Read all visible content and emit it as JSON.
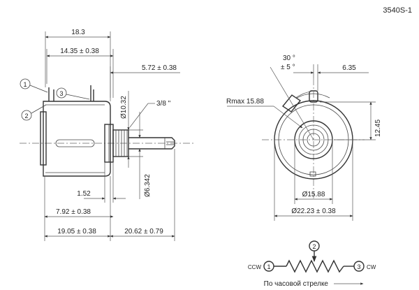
{
  "doc_code": "3540S-1",
  "side_view": {
    "dim_total_depth": "18.3",
    "dim_terminal_offset": "14.35 ± 0.38",
    "dim_front_offset": "5.72 ± 0.38",
    "dim_bushing_dia": "Ø10.32",
    "dim_thread": "3/8 \"",
    "dim_shaft_dia": "Ø6.342",
    "dim_flange": "1.52",
    "dim_body_to_mount": "7.92 ± 0.38",
    "dim_body_length": "19.05 ± 0.38",
    "dim_shaft_length": "20.62 ± 0.79",
    "terminal_1": "1",
    "terminal_2": "2",
    "terminal_3": "3"
  },
  "front_view": {
    "dim_angle": "30 °",
    "dim_angle_tol": "± 5 °",
    "dim_pin_offset": "6.35",
    "dim_radius": "Rmax 15.88",
    "dim_height": "12.45",
    "dim_inner_dia": "Ø15.88",
    "dim_outer_dia": "Ø22.23 ± 0.38"
  },
  "schematic": {
    "ccw_label": "CCW",
    "cw_label": "CW",
    "terminal_1": "1",
    "terminal_2": "2",
    "terminal_3": "3",
    "caption": "По часовой стрелке"
  }
}
